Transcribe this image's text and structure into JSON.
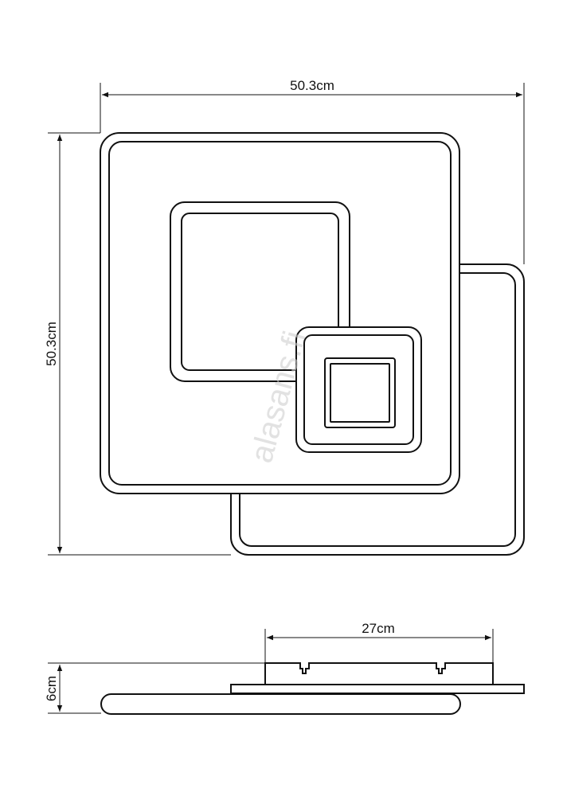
{
  "dimensions": {
    "top_width": "50.3cm",
    "side_height": "50.3cm",
    "module_width": "27cm",
    "depth": "6cm"
  },
  "watermark": "alasans.fi",
  "colors": {
    "line": "#111111",
    "watermark": "#cfcfcf"
  }
}
